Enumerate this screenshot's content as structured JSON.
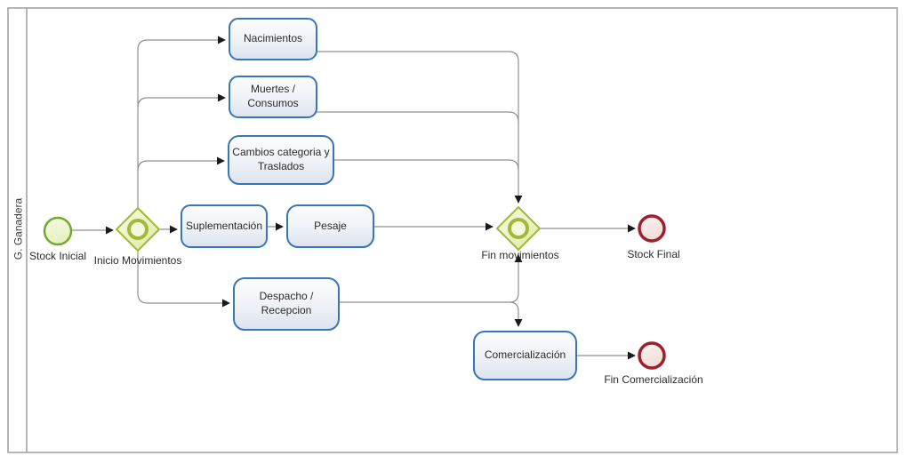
{
  "lane": {
    "label": "G. Ganadera"
  },
  "nodes": {
    "start_event": {
      "label": "Stock Inicial",
      "type": "start-event"
    },
    "gateway_inicio": {
      "label": "Inicio Movimientos",
      "type": "inclusive-gateway"
    },
    "task_nacimientos": {
      "label": "Nacimientos",
      "type": "task"
    },
    "task_muertes": {
      "label": "Muertes /\nConsumos",
      "type": "task"
    },
    "task_cambios": {
      "label": "Cambios categoria y\nTraslados",
      "type": "task"
    },
    "task_suplementacion": {
      "label": "Suplementación",
      "type": "task"
    },
    "task_pesaje": {
      "label": "Pesaje",
      "type": "task"
    },
    "task_despacho": {
      "label": "Despacho /\nRecepcion",
      "type": "task"
    },
    "task_comercializacion": {
      "label": "Comercialización",
      "type": "task"
    },
    "gateway_fin": {
      "label": "Fin movimientos",
      "type": "inclusive-gateway"
    },
    "end_stock_final": {
      "label": "Stock Final",
      "type": "end-event"
    },
    "end_comercializacion": {
      "label": "Fin Comercialización",
      "type": "end-event"
    }
  },
  "colors": {
    "task_border": "#3877b5",
    "task_fill_top": "#fdfdfe",
    "task_fill_bottom": "#dde3ee",
    "gateway_border": "#a2b838",
    "gateway_fill_top": "#fafce8",
    "gateway_fill_bottom": "#dcea9e",
    "start_border": "#74a931",
    "start_fill_top": "#f8fbe5",
    "start_fill_bottom": "#e5f0bf",
    "end_border": "#9e2030",
    "end_fill_top": "#fcf6f4",
    "end_fill_bottom": "#f1dcd5",
    "edge": "#909090",
    "arrowhead": "#1a1a1a",
    "frame": "#a3a3a3",
    "text": "#2b2b2b"
  }
}
